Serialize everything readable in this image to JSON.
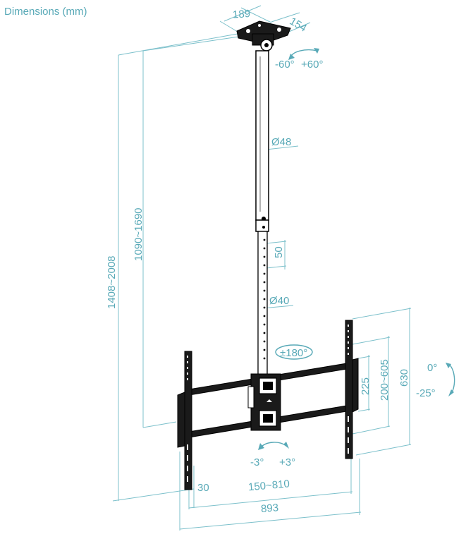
{
  "title": "Dimensions (mm)",
  "labels": {
    "width_189": "189",
    "depth_154": "154",
    "swivel_neg": "-60°",
    "swivel_pos": "+60°",
    "tube_top_dia": "Ø48",
    "total_height": "1408~2008",
    "pole_height": "1090~1690",
    "step": "50",
    "tube_bottom_dia": "Ø40",
    "rotation": "±180°",
    "vesa_v1": "225",
    "vesa_v2": "200~605",
    "bracket_height": "630",
    "tilt_up": "0°",
    "tilt_down": "-25°",
    "level_neg": "-3°",
    "level_pos": "+3°",
    "offset_30": "30",
    "vesa_h": "150~810",
    "total_width": "893"
  },
  "colors": {
    "dimension": "#7cc0cb",
    "text": "#58a9b7",
    "product": "#1a1a1a"
  }
}
